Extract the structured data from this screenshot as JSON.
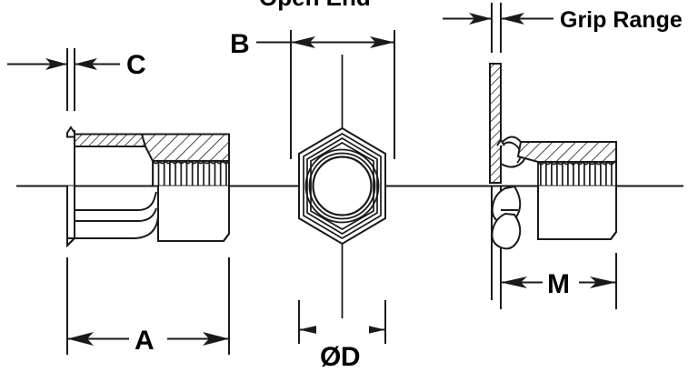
{
  "drawing": {
    "title": "Open End",
    "grip_label": "Grip Range",
    "dimensions": {
      "a": "A",
      "b": "B",
      "c": "C",
      "d": "ØD",
      "m": "M"
    },
    "colors": {
      "line": "#1a1a1a",
      "background": "#ffffff",
      "text": "#000000"
    },
    "views": [
      {
        "name": "side-section-view",
        "caption": "A"
      },
      {
        "name": "hex-end-view",
        "caption": "ØD"
      },
      {
        "name": "installed-section-view",
        "caption": "M"
      }
    ]
  }
}
